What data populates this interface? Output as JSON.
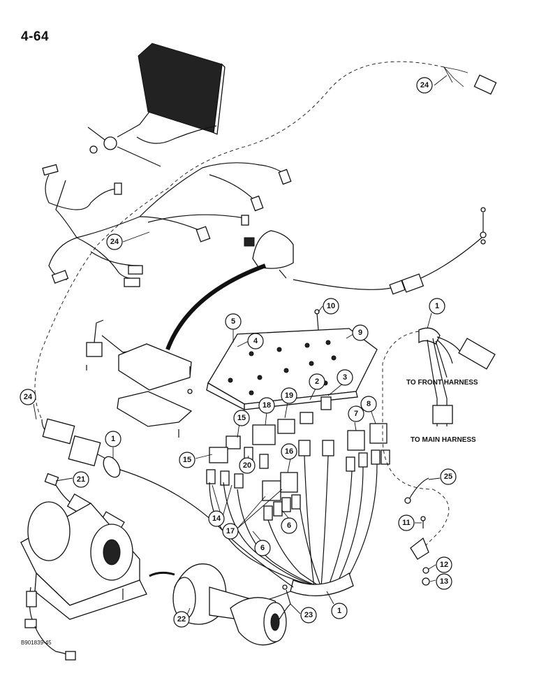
{
  "page": {
    "number": "4-64",
    "figure_code": "B901839-45"
  },
  "harness_labels": [
    "TO FRONT HARNESS",
    "TO MAIN HARNESS"
  ],
  "callouts": [
    "24",
    "24",
    "24",
    "1",
    "1",
    "1",
    "2",
    "3",
    "4",
    "5",
    "6",
    "6",
    "7",
    "8",
    "9",
    "10",
    "11",
    "12",
    "13",
    "14",
    "15",
    "15",
    "16",
    "17",
    "18",
    "19",
    "20",
    "21",
    "22",
    "23",
    "25"
  ]
}
